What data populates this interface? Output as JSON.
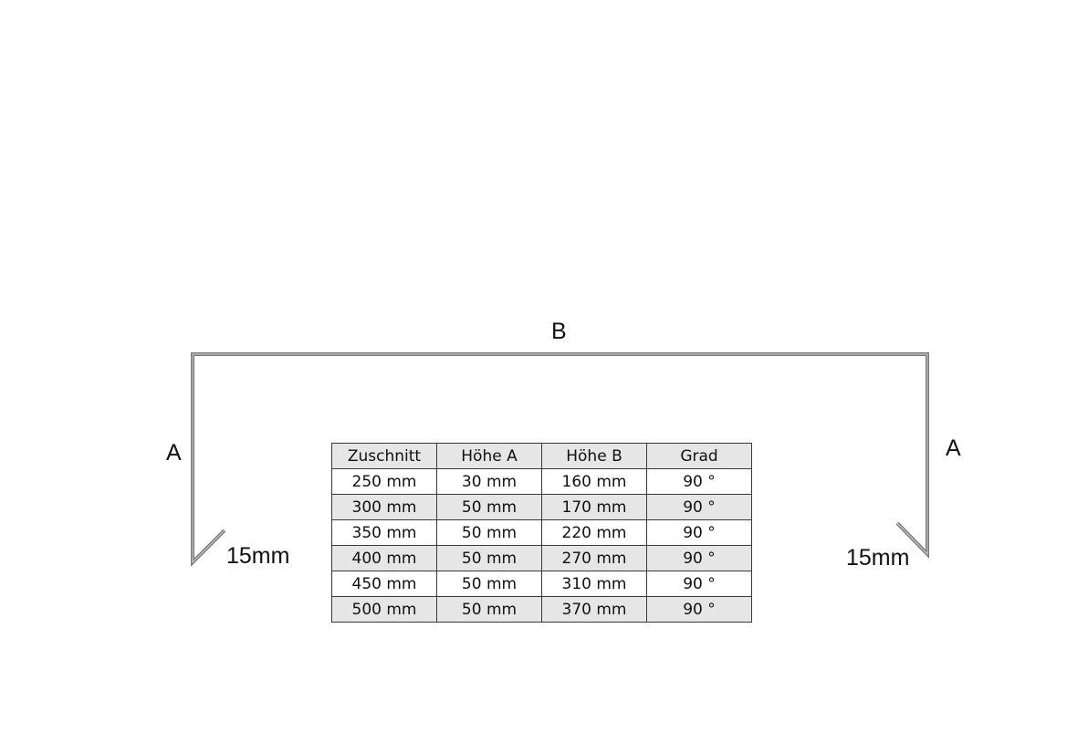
{
  "labels": {
    "top": "B",
    "left": "A",
    "right": "A",
    "flange_left": "15mm",
    "flange_right": "15mm"
  },
  "colors": {
    "profile_line": "#7a7a7a",
    "row_shade": "#e6e6e6",
    "border": "#3a3a3a"
  },
  "table": {
    "headers": [
      "Zuschnitt",
      "Höhe A",
      "Höhe B",
      "Grad"
    ],
    "rows": [
      [
        "250 mm",
        "30 mm",
        "160 mm",
        "90 °"
      ],
      [
        "300 mm",
        "50 mm",
        "170 mm",
        "90 °"
      ],
      [
        "350 mm",
        "50 mm",
        "220 mm",
        "90 °"
      ],
      [
        "400 mm",
        "50 mm",
        "270 mm",
        "90 °"
      ],
      [
        "450 mm",
        "50 mm",
        "310 mm",
        "90 °"
      ],
      [
        "500 mm",
        "50 mm",
        "370 mm",
        "90 °"
      ]
    ]
  }
}
